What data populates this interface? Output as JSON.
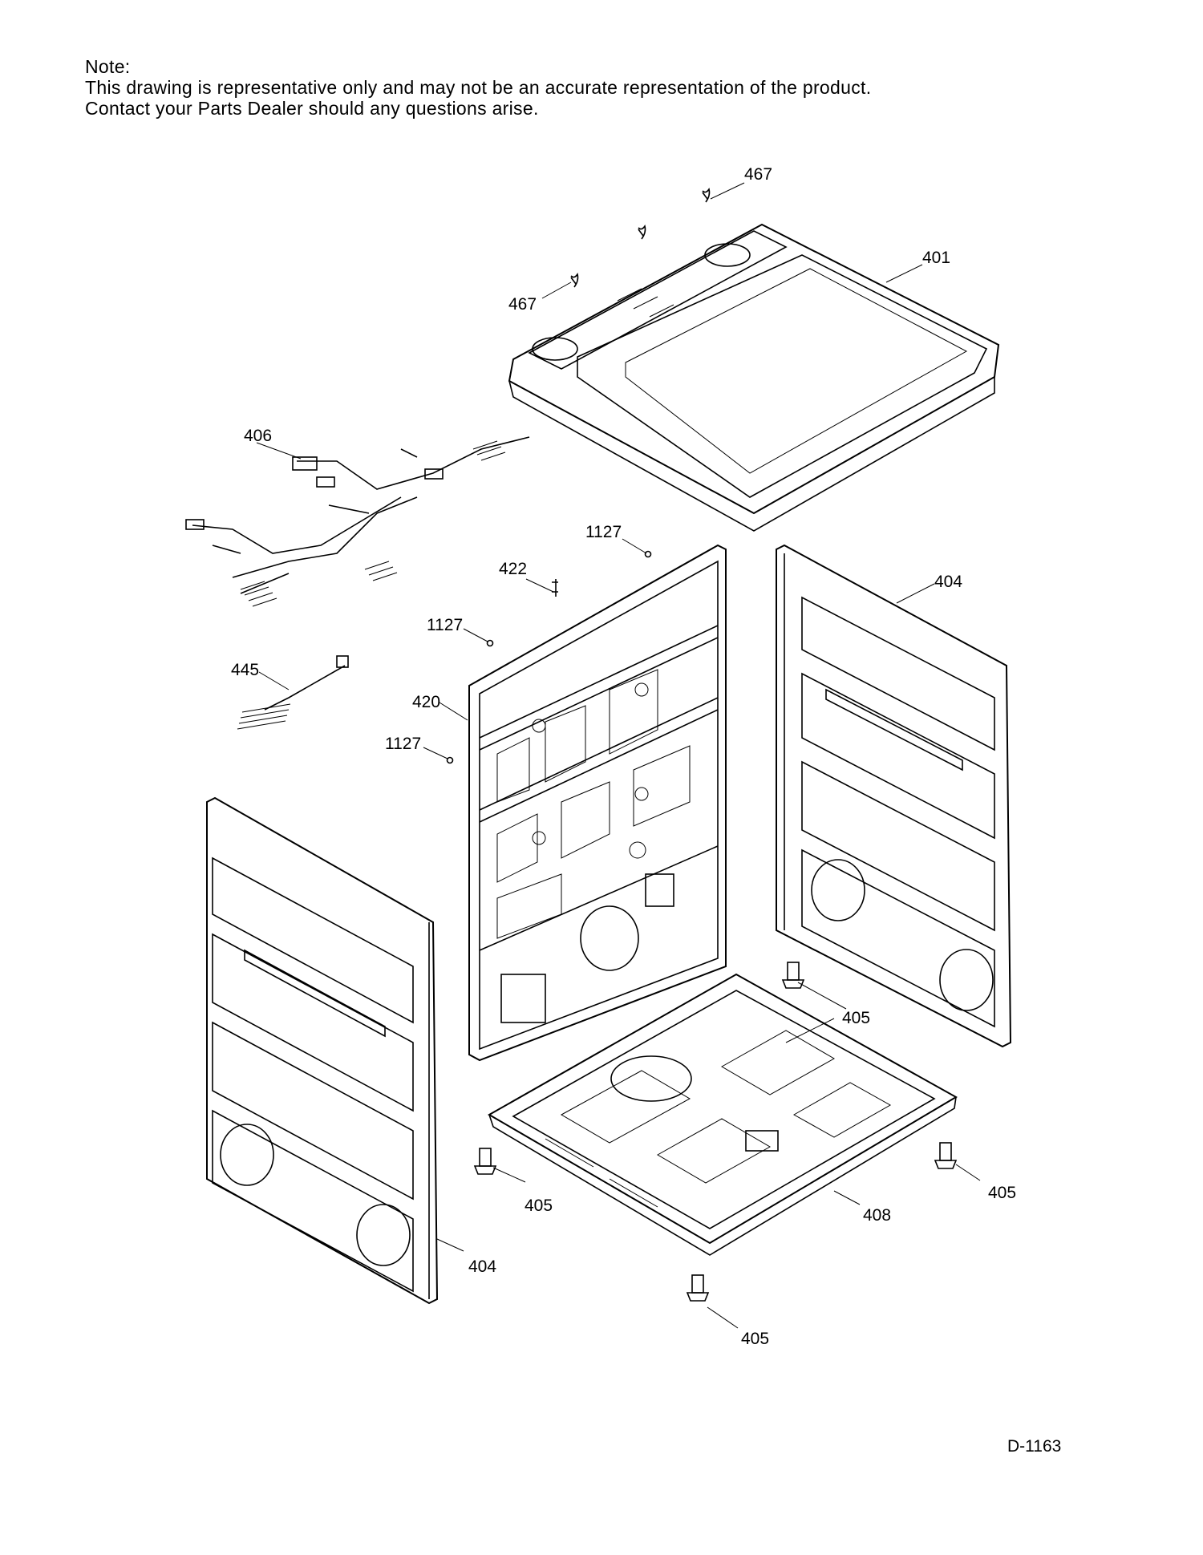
{
  "note": {
    "heading": "Note:",
    "line1": "This drawing is representative only and may not be an accurate representation of the product.",
    "line2": "Contact your Parts Dealer should any questions arise."
  },
  "callouts": {
    "c467a": "467",
    "c467b": "467",
    "c401": "401",
    "c406": "406",
    "c1127a": "1127",
    "c422": "422",
    "c1127b": "1127",
    "c404a": "404",
    "c445": "445",
    "c420": "420",
    "c1127c": "1127",
    "c405a": "405",
    "c405b": "405",
    "c405c": "405",
    "c408": "408",
    "c404b": "404",
    "c405d": "405"
  },
  "doc_id": "D-1163"
}
